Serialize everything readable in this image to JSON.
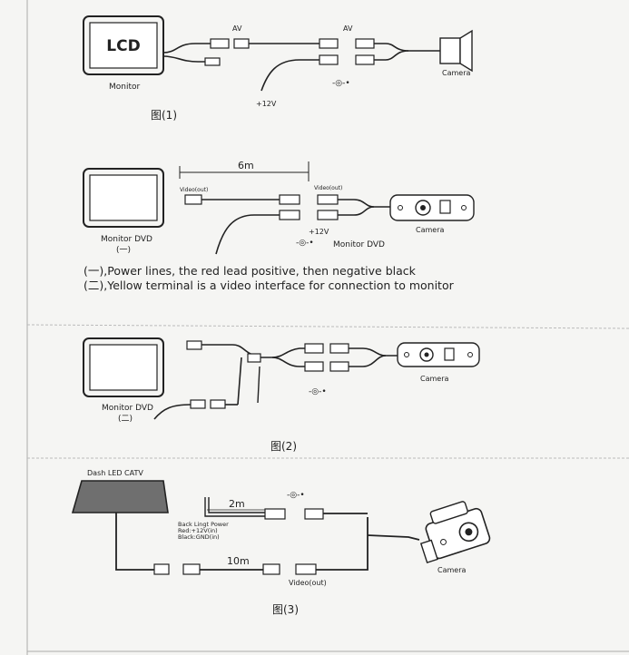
{
  "fig1": {
    "lcd": "LCD",
    "monitor": "Monitor",
    "av_left": "AV",
    "av_right": "AV",
    "camera": "Camera",
    "power": "+12V",
    "caption": "图(1)"
  },
  "fig_mid": {
    "distance": "6m",
    "video_out_left": "Video(out)",
    "video_out_right": "Video(out)",
    "monitor": "Monitor DVD",
    "marker": "(一)",
    "power": "+12V",
    "monitor_right": "Monitor DVD",
    "camera": "Camera"
  },
  "notes": {
    "line1": "(一),Power lines, the red lead positive, then negative black",
    "line2": "(二),Yellow terminal is a video interface for connection to monitor"
  },
  "fig2": {
    "monitor": "Monitor DVD",
    "marker": "(二)",
    "camera": "Camera",
    "caption": "图(2)"
  },
  "fig3": {
    "dash": "Dash LED CATV",
    "distance_short": "2m",
    "back_light_1": "Back Lingt Power",
    "back_light_2": "Red:+12V(in)",
    "back_light_3": "Black:GND(in)",
    "distance_long": "10m",
    "video_out": "Video(out)",
    "camera": "Camera",
    "caption": "图(3)"
  }
}
